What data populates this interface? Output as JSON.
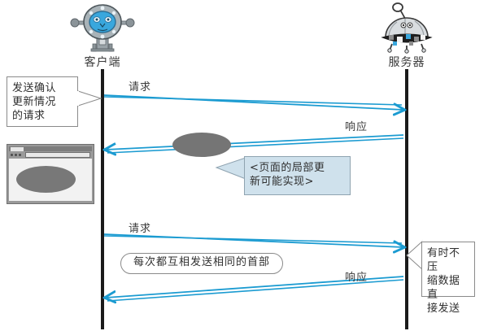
{
  "diagram": {
    "title": "HTTP request-response sequence diagram",
    "colors": {
      "arrow": "#1b9bd1",
      "lifeline": "#1a1a1a",
      "callout_border": "#8a8a8a",
      "blue_callout_fill": "#cfe1ec",
      "blob": "#757575",
      "text": "#3b3b3b"
    }
  },
  "actors": [
    {
      "id": "client",
      "label": "客户端",
      "icon": "robot-icon"
    },
    {
      "id": "server",
      "label": "服务器",
      "icon": "ufo-server-icon"
    }
  ],
  "messages": [
    {
      "id": "m1",
      "label": "请求",
      "direction": "client-to-server"
    },
    {
      "id": "m2",
      "label": "响应",
      "direction": "server-to-client"
    },
    {
      "id": "m3",
      "label": "请求",
      "direction": "client-to-server"
    },
    {
      "id": "m4",
      "label": "响应",
      "direction": "server-to-client"
    }
  ],
  "callouts": [
    {
      "id": "c1",
      "style": "white",
      "lines": [
        "发送确认",
        "更新情况",
        "的请求"
      ],
      "text": "发送确认更新情况的请求"
    },
    {
      "id": "c2",
      "style": "blue",
      "lines": [
        "<页面的局部更",
        "新可能实现>"
      ],
      "text": "<页面的局部更新可能实现>"
    },
    {
      "id": "c3",
      "style": "pill",
      "lines": [
        "每次都互相发送相同的首部"
      ],
      "text": "每次都互相发送相同的首部"
    },
    {
      "id": "c4",
      "style": "white",
      "lines": [
        "有时不压",
        "缩数据直",
        "接发送"
      ],
      "text": "有时不压缩数据直接发送"
    }
  ],
  "artifacts": [
    {
      "id": "browser",
      "name": "browser-window-mock",
      "content": "page-oval"
    },
    {
      "id": "blob",
      "name": "response-payload-blob"
    }
  ]
}
